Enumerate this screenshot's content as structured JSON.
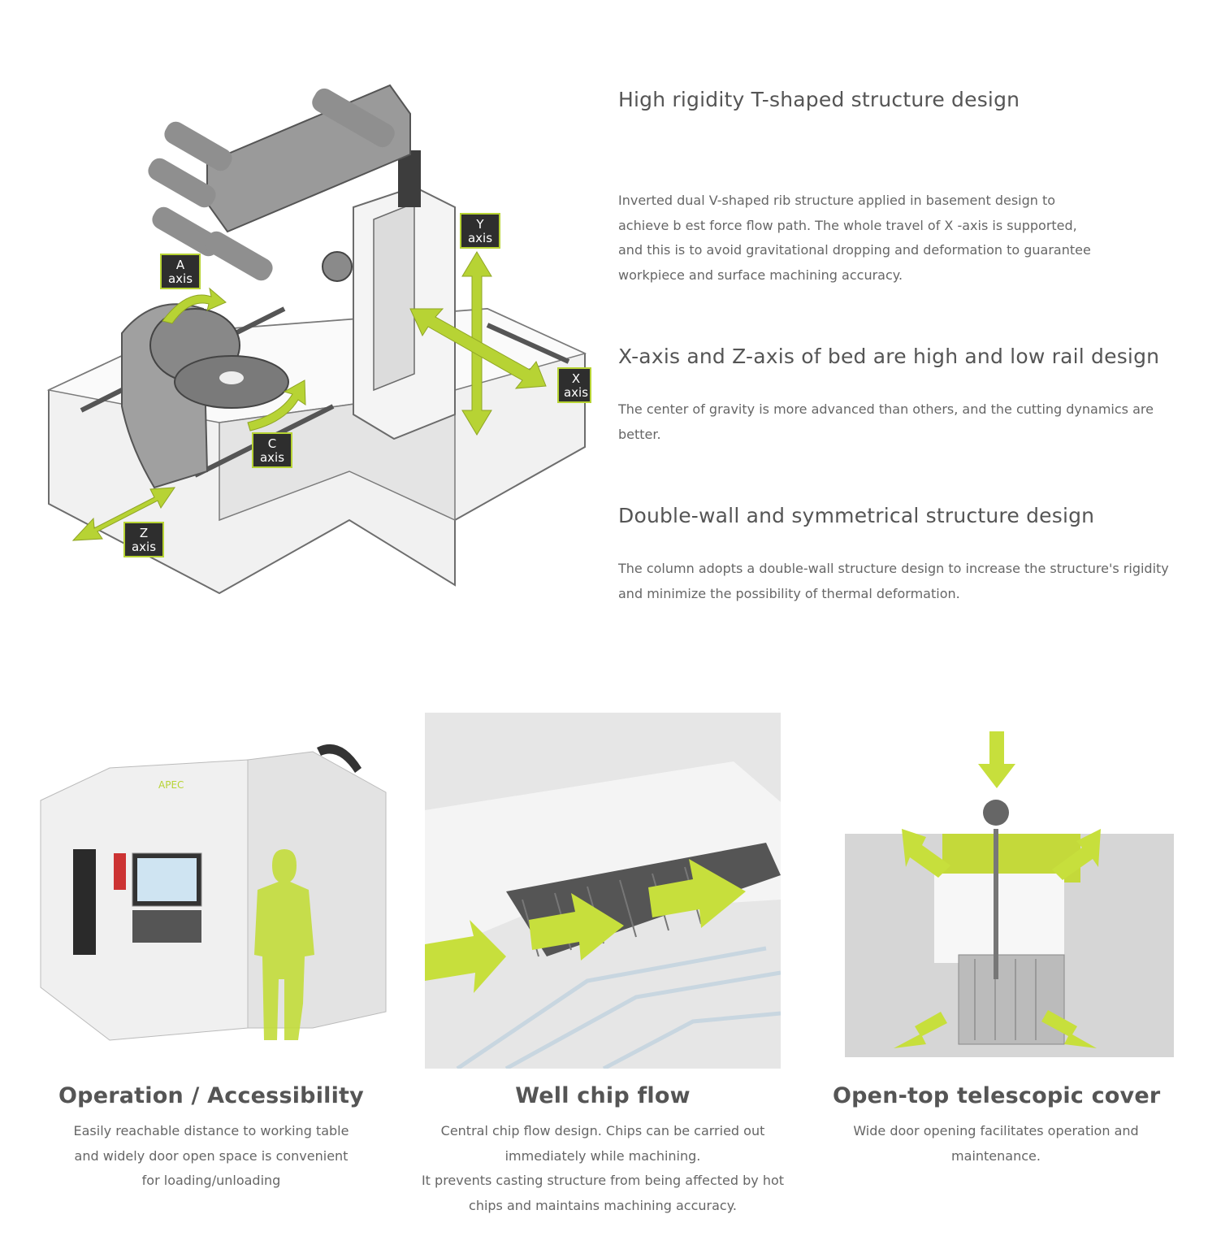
{
  "illustration": {
    "axis_badges": [
      {
        "letter": "A",
        "word": "axis"
      },
      {
        "letter": "Y",
        "word": "axis"
      },
      {
        "letter": "X",
        "word": "axis"
      },
      {
        "letter": "C",
        "word": "axis"
      },
      {
        "letter": "Z",
        "word": "axis"
      }
    ],
    "accent_color": "#b7d334"
  },
  "features": [
    {
      "title": "High rigidity T-shaped structure design",
      "body": "Inverted dual V-shaped rib structure applied in basement design to\nachieve b est force flow path. The whole travel of X -axis is supported,\nand this is to avoid gravitational dropping and deformation to guarantee\nworkpiece and surface machining accuracy."
    },
    {
      "title": "X-axis and Z-axis of bed are high and low rail design",
      "body": " The center of gravity is more advanced than others, and the cutting dynamics are\nbetter."
    },
    {
      "title": "Double-wall and symmetrical structure design",
      "body": "The column adopts a double-wall structure design to increase the structure's rigidity\nand minimize the possibility of thermal deformation."
    }
  ],
  "cards": [
    {
      "title": "Operation / Accessibility",
      "body": "Easily reachable distance to working table\nand widely door open space is convenient\nfor loading/unloading",
      "brand": "APEC"
    },
    {
      "title": "Well chip flow",
      "body": "Central chip flow design. Chips can be carried out\nimmediately while machining.\nIt prevents casting structure from being affected by hot\nchips and maintains machining accuracy."
    },
    {
      "title": "Open-top telescopic cover",
      "body": "Wide door opening facilitates operation and\nmaintenance."
    }
  ]
}
